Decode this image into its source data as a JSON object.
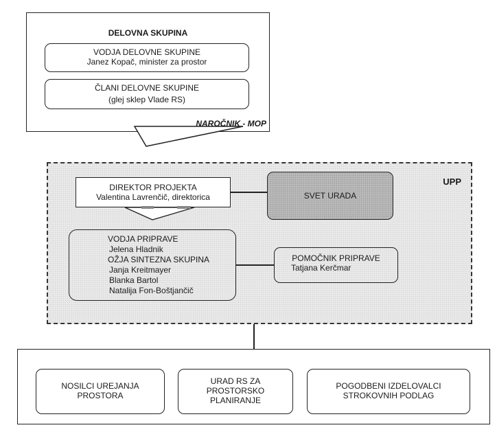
{
  "delovna": {
    "title": "DELOVNA SKUPINA",
    "leader_title": "VODJA DELOVNE SKUPINE",
    "leader_name": "Janez Kopač, minister za prostor",
    "members_title": "ČLANI DELOVNE SKUPINE",
    "members_note": "(glej sklep Vlade RS)",
    "client_label": "NAROČNIK - MOP"
  },
  "upp": {
    "label": "UPP",
    "director_title": "DIREKTOR PROJEKTA",
    "director_name": "Valentina Lavrenčič, direktorica",
    "council": "SVET URADA",
    "prep_lines": [
      "VODJA PRIPRAVE",
      "Jelena Hladnik",
      "OŽJA SINTEZNA SKUPINA",
      "Janja Kreitmayer",
      "Blanka Bartol",
      "Natalija Fon-Boštjančič"
    ],
    "assistant_title": "POMOČNIK PRIPRAVE",
    "assistant_name": "Tatjana Kerčmar"
  },
  "bottom": {
    "boxes": [
      [
        "NOSILCI UREJANJA",
        "PROSTORA"
      ],
      [
        "URAD RS ZA",
        "PROSTORSKO",
        "PLANIRANJE"
      ],
      [
        "POGODBENI IZDELOVALCI",
        "STROKOVNIH PODLAG"
      ]
    ]
  }
}
